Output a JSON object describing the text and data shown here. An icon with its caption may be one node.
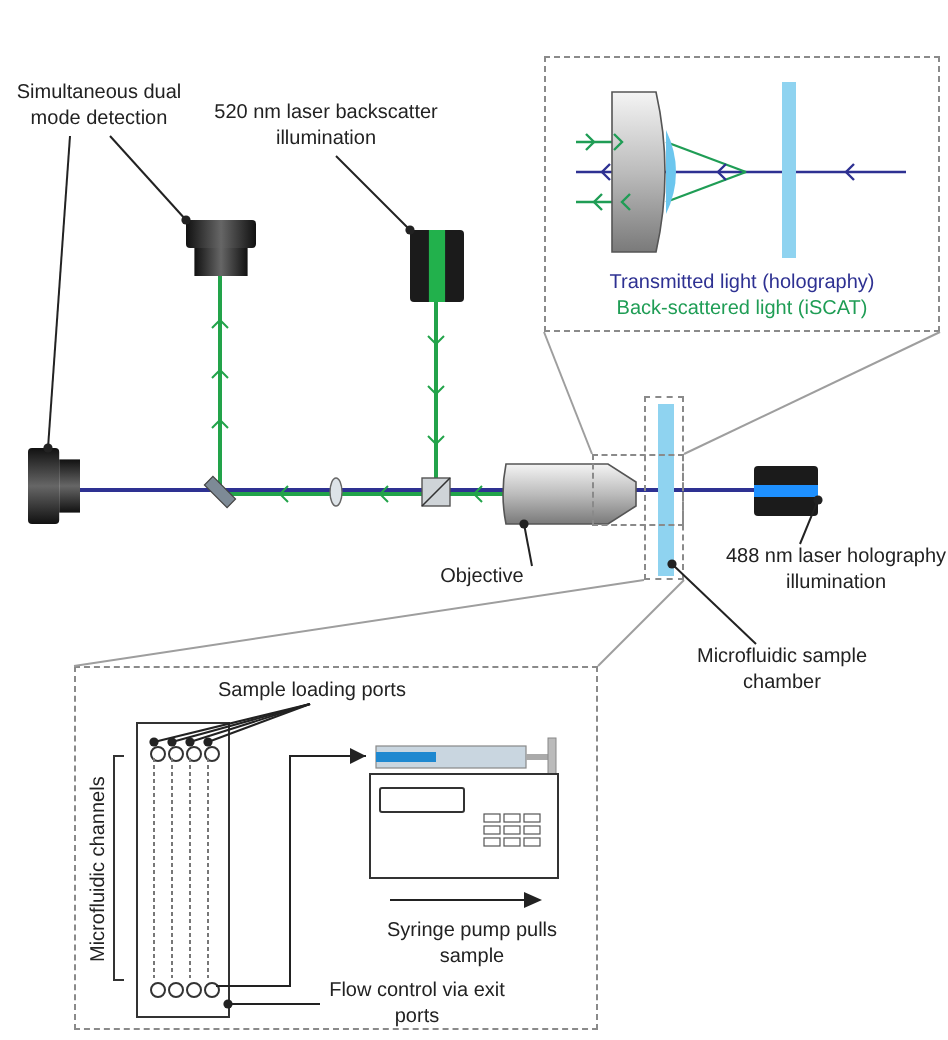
{
  "diagram": {
    "nodes": [
      {
        "text": [
          "Simultaneous dual mode detection"
        ]
      },
      {
        "text": [],
        "shape": "camera"
      },
      {
        "text": [],
        "shape": "camera"
      },
      {
        "text": [
          "520 nm laser backscatter illumination"
        ]
      },
      {
        "text": [],
        "shape": "laser"
      },
      {
        "text": [
          "Objective"
        ]
      },
      {
        "text": [],
        "shape": "objective"
      },
      {
        "text": [
          "488 nm laser holography illumination"
        ]
      },
      {
        "text": [],
        "shape": "laser"
      },
      {
        "text": [
          "Microfluidic sample chamber"
        ]
      },
      {
        "text": [],
        "shape": "box"
      },
      {
        "text": [],
        "shape": "bar",
        "in": 10
      },
      {
        "text": [],
        "shape": "box"
      },
      {
        "text": [
          "Transmitted light (holography)",
          "Back-scattered light (iSCAT)"
        ]
      },
      {
        "text": [],
        "shape": "box"
      },
      {
        "text": [
          "Sample loading ports"
        ],
        "in": 14
      },
      {
        "text": [],
        "shape": "box",
        "in": 14
      },
      {
        "text": [],
        "shape": "circle",
        "in": 16
      },
      {
        "text": [],
        "shape": "circle",
        "in": 16
      },
      {
        "text": [],
        "shape": "circle",
        "in": 16
      },
      {
        "text": [],
        "shape": "circle",
        "in": 16
      },
      {
        "text": [
          "Microfluidic channels"
        ],
        "in": 14
      },
      {
        "text": [],
        "shape": "circle",
        "in": 16
      },
      {
        "text": [],
        "shape": "circle",
        "in": 16
      },
      {
        "text": [],
        "shape": "circle",
        "in": 16
      },
      {
        "text": [],
        "shape": "circle",
        "in": 16
      },
      {
        "text": [],
        "shape": "pump",
        "in": 14
      },
      {
        "text": [
          "Syringe pump pulls sample"
        ],
        "in": 14
      },
      {
        "text": [
          "Flow control via exit ports"
        ],
        "in": 14
      }
    ],
    "edges": [
      {
        "from": 0,
        "to": 1,
        "arrow": "other"
      },
      {
        "from": 0,
        "to": 2,
        "arrow": "other"
      },
      {
        "from": 3,
        "to": 4,
        "arrow": "other"
      },
      {
        "from": 5,
        "to": 6,
        "arrow": "other"
      },
      {
        "from": 7,
        "to": 8,
        "arrow": "other"
      },
      {
        "from": 9,
        "to": 11,
        "arrow": "other"
      },
      {
        "from": 13,
        "to": 12,
        "arrow": "none",
        "color": "#9e9e9e"
      },
      {
        "from": 13,
        "to": 12,
        "arrow": "none",
        "color": "#9e9e9e"
      },
      {
        "from": 10,
        "to": 14,
        "arrow": "none",
        "color": "#9e9e9e"
      },
      {
        "from": 10,
        "to": 14,
        "arrow": "none",
        "color": "#9e9e9e"
      },
      {
        "from": 15,
        "to": 17,
        "arrow": "other"
      },
      {
        "from": 15,
        "to": 18,
        "arrow": "other"
      },
      {
        "from": 15,
        "to": 19,
        "arrow": "other"
      },
      {
        "from": 15,
        "to": 20,
        "arrow": "other"
      },
      {
        "from": 25,
        "to": 26,
        "arrow": "to"
      },
      {
        "from": 28,
        "to": 16,
        "arrow": "other"
      },
      {
        "from": 17,
        "to": 22,
        "arrow": "none",
        "style": "dashed",
        "color": "#777777"
      },
      {
        "from": 18,
        "to": 23,
        "arrow": "none",
        "style": "dashed",
        "color": "#777777"
      },
      {
        "from": 19,
        "to": 24,
        "arrow": "none",
        "style": "dashed",
        "color": "#777777"
      },
      {
        "from": 20,
        "to": 25,
        "arrow": "none",
        "style": "dashed",
        "color": "#777777"
      }
    ]
  }
}
